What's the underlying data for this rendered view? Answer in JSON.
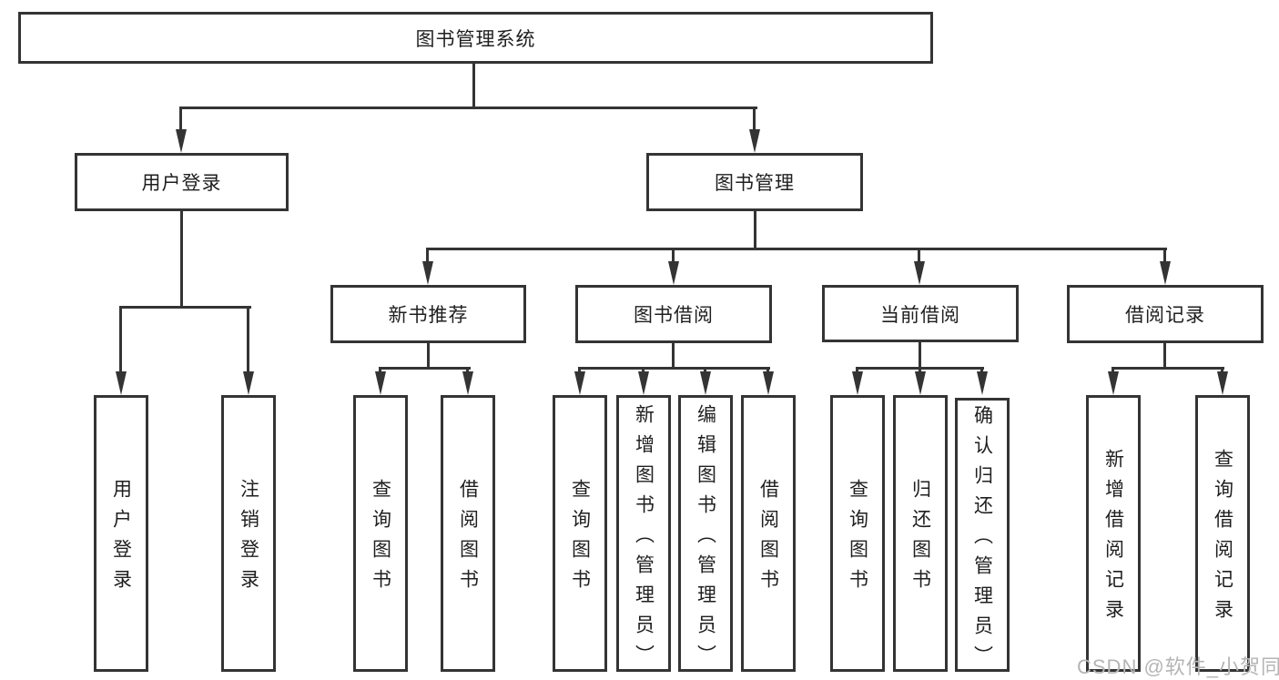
{
  "nodes": {
    "root": "图书管理系统",
    "user_login": "用户登录",
    "book_mgmt": "图书管理",
    "new_books": "新书推荐",
    "book_borrow": "图书借阅",
    "current_borrow": "当前借阅",
    "borrow_records": "借阅记录"
  },
  "leaves": {
    "user_login": [
      "用户登录",
      "注销登录"
    ],
    "new_books": [
      "查询图书",
      "借阅图书"
    ],
    "book_borrow": [
      "查询图书",
      "新增图书（管理员）",
      "编辑图书（管理员）",
      "借阅图书"
    ],
    "current_borrow": [
      "查询图书",
      "归还图书",
      "确认归还（管理员）"
    ],
    "borrow_records": [
      "新增借阅记录",
      "查询借阅记录"
    ]
  },
  "watermark": "CSDN @软件_小贺同学",
  "colors": {
    "line": "#343434",
    "text": "#1f1f1f",
    "background": "#ffffff",
    "watermark": "#b5b5b5"
  }
}
